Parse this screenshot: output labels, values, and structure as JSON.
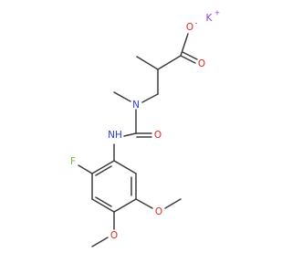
{
  "structure": {
    "atom_labels": {
      "potassium": "K",
      "carboxylate_oxygen": "O",
      "carbonyl_oxygen_acid": "O",
      "amide_nitrogen": "N",
      "urea_carbonyl_oxygen": "O",
      "urea_nh": "NH",
      "fluorine": "F",
      "methoxy_oxygen_5": "O",
      "methoxy_oxygen_4": "O"
    },
    "charges": {
      "potassium_charge": "+",
      "carboxylate_charge": "-"
    },
    "colors": {
      "bond": "#3d3d3d",
      "oxygen": "#e8261e",
      "nitrogen": "#2a3fdc",
      "fluorine": "#73b83a",
      "potassium": "#8f40d6"
    }
  }
}
